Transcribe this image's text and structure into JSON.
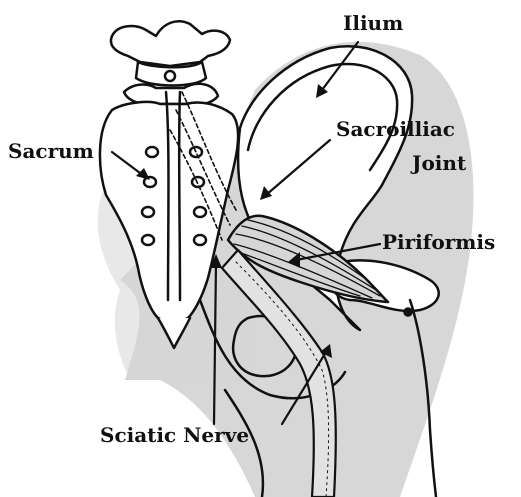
{
  "labels": {
    "ilium": "Ilium",
    "sacrum": "Sacrum",
    "sacroiliac_line1": "Sacroilliac",
    "sacroiliac_line2": "Joint",
    "piriformis": "Piriformis",
    "sciatic_nerve": "Sciatic Nerve"
  },
  "colors": {
    "ink": "#111111",
    "shading": "#c9c9c9",
    "bone_fill": "#ffffff",
    "muscle_fill": "#d6d6d6"
  }
}
